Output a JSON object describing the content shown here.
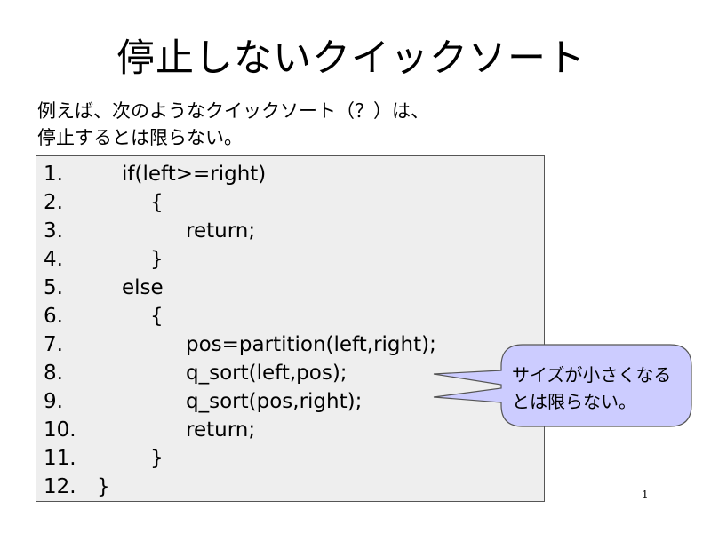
{
  "slide": {
    "title": "停止しないクイックソート",
    "intro": [
      "例えば、次のようなクイックソート（？）は、",
      "停止するとは限らない。"
    ],
    "code": [
      {
        "num": "1.",
        "text": "if(left>=right)",
        "indent": 1
      },
      {
        "num": "2.",
        "text": "{",
        "indent": 2
      },
      {
        "num": "3.",
        "text": "return;",
        "indent": 3
      },
      {
        "num": "4.",
        "text": "}",
        "indent": 2
      },
      {
        "num": "5.",
        "text": "else",
        "indent": 1
      },
      {
        "num": "6.",
        "text": "{",
        "indent": 2
      },
      {
        "num": "7.",
        "text": "pos=partition(left,right);",
        "indent": 3
      },
      {
        "num": "8.",
        "text": "q_sort(left,pos);",
        "indent": 3
      },
      {
        "num": "9.",
        "text": "q_sort(pos,right);",
        "indent": 3
      },
      {
        "num": "10.",
        "text": "return;",
        "indent": 3
      },
      {
        "num": "11.",
        "text": "}",
        "indent": 2
      },
      {
        "num": "12.",
        "text": "}",
        "indent": 0
      }
    ],
    "callout": [
      "サイズが小さくなる",
      "とは限らない。"
    ],
    "page_number": "1",
    "colors": {
      "code_background": "#eeeeee",
      "callout_fill": "#ccccff",
      "border": "#555555"
    }
  }
}
